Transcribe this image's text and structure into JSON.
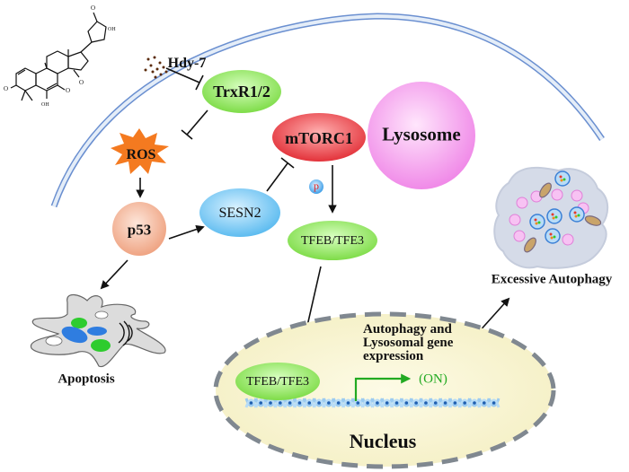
{
  "diagram": {
    "drug": {
      "name": "Hdy-7",
      "structure_labels": {
        "oh_top": "OH",
        "oh_bottom": "OH",
        "o_top": "O",
        "o_left": "O",
        "o_right": "O",
        "o_epoxide": "O"
      }
    },
    "nodes": {
      "trxr": {
        "label": "TrxR1/2",
        "color": "#8ee65a"
      },
      "ros": {
        "label": "ROS",
        "color": "#f47a20"
      },
      "p53": {
        "label": "p53",
        "color": "#f4b99b"
      },
      "sesn2": {
        "label": "SESN2",
        "color": "#6cc6f0"
      },
      "mtorc1": {
        "label": "mTORC1",
        "color": "#e8353d"
      },
      "lysosome": {
        "label": "Lysosome",
        "color": "#f59cf0"
      },
      "phospho": {
        "label": "p",
        "color": "#e02020"
      },
      "tfeb_cyto": {
        "label": "TFEB/TFE3",
        "color": "#8ee65a"
      },
      "tfeb_nuc": {
        "label": "TFEB/TFE3",
        "color": "#8ee65a"
      }
    },
    "nucleus": {
      "label": "Nucleus",
      "fill": "#fbf8d8",
      "gene_expression_label": [
        "Autophagy and",
        "Lysosomal gene",
        "expression"
      ],
      "on_label": "(ON)",
      "on_color": "#22aa22"
    },
    "outcomes": {
      "apoptosis": "Apoptosis",
      "autophagy": "Excessive Autophagy"
    },
    "membrane_color": "#6a8fd0",
    "edges": [
      {
        "from": "Hdy-7",
        "to": "TrxR1/2",
        "type": "inhibit"
      },
      {
        "from": "TrxR1/2",
        "to": "ROS",
        "type": "inhibit"
      },
      {
        "from": "ROS",
        "to": "p53",
        "type": "activate"
      },
      {
        "from": "p53",
        "to": "SESN2",
        "type": "activate"
      },
      {
        "from": "p53",
        "to": "Apoptosis",
        "type": "activate"
      },
      {
        "from": "SESN2",
        "to": "mTORC1",
        "type": "inhibit"
      },
      {
        "from": "mTORC1",
        "to": "TFEB/TFE3",
        "type": "activate"
      },
      {
        "from": "TFEB/TFE3",
        "to": "Nucleus",
        "type": "activate"
      },
      {
        "from": "Gene expression",
        "to": "Excessive Autophagy",
        "type": "activate"
      }
    ]
  }
}
